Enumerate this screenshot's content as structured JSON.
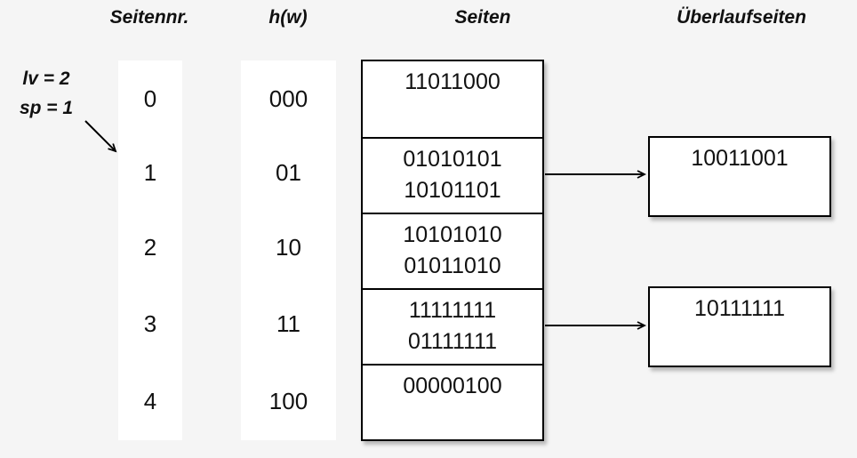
{
  "colors": {
    "background": "#f5f5f5",
    "box_background": "#ffffff",
    "border": "#000000",
    "text": "#111111"
  },
  "headers": {
    "page_number": "Seitennr.",
    "hash": "h(w)",
    "pages": "Seiten",
    "overflow_pages": "Überlaufseiten"
  },
  "annotation": {
    "lv": "lv = 2",
    "sp": "sp = 1"
  },
  "rows": [
    {
      "nr": "0",
      "hw": "000",
      "lines": [
        "11011000",
        ""
      ]
    },
    {
      "nr": "1",
      "hw": "01",
      "lines": [
        "01010101",
        "10101101"
      ],
      "overflow": "10011001"
    },
    {
      "nr": "2",
      "hw": "10",
      "lines": [
        "10101010",
        "01011010"
      ]
    },
    {
      "nr": "3",
      "hw": "11",
      "lines": [
        "11111111",
        "01111111"
      ],
      "overflow": "10111111"
    },
    {
      "nr": "4",
      "hw": "100",
      "lines": [
        "00000100",
        ""
      ]
    }
  ]
}
